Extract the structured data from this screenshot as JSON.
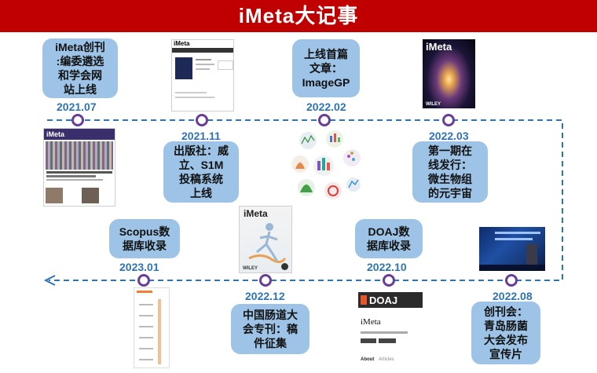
{
  "header": {
    "title": "iMeta大记事"
  },
  "milestones": [
    {
      "date": "2021.07",
      "lines": [
        "iMeta创刊",
        ":编委遴选",
        "和学会网",
        "站上线"
      ]
    },
    {
      "date": "2021.11",
      "lines": [
        "出版社：威",
        "立、S1M",
        "投稿系统",
        "上线"
      ]
    },
    {
      "date": "2022.02",
      "lines": [
        "上线首篇",
        "文章：",
        "ImageGP"
      ]
    },
    {
      "date": "2022.03",
      "lines": [
        "第一期在",
        "线发行：",
        "微生物组",
        "的元宇宙"
      ]
    },
    {
      "date": "2023.01",
      "lines": [
        "Scopus数",
        "据库收录"
      ]
    },
    {
      "date": "2022.12",
      "lines": [
        "中国肠道大",
        "会专刊：稿",
        "件征集"
      ]
    },
    {
      "date": "2022.10",
      "lines": [
        "DOAJ数",
        "据库收录"
      ]
    },
    {
      "date": "2022.08",
      "lines": [
        "创刊会：",
        "青岛肠菌",
        "大会发布",
        "宣传片"
      ]
    }
  ],
  "thumbs": {
    "website": {
      "logo": "iMeta"
    },
    "s1m": {
      "logo": "iMeta"
    },
    "cover1": {
      "title": "iMeta",
      "publisher": "WILEY"
    },
    "cover2": {
      "title": "iMeta",
      "publisher": "WILEY"
    },
    "doaj": {
      "brand": "DOAJ",
      "journal": "iMeta",
      "tab_about": "About",
      "tab_articles": "Articles"
    }
  },
  "colors": {
    "banner": "#c00000",
    "card": "#9dc3e6",
    "date": "#2e74b5",
    "node": "#6a3d98",
    "path": "#2e75b6"
  }
}
